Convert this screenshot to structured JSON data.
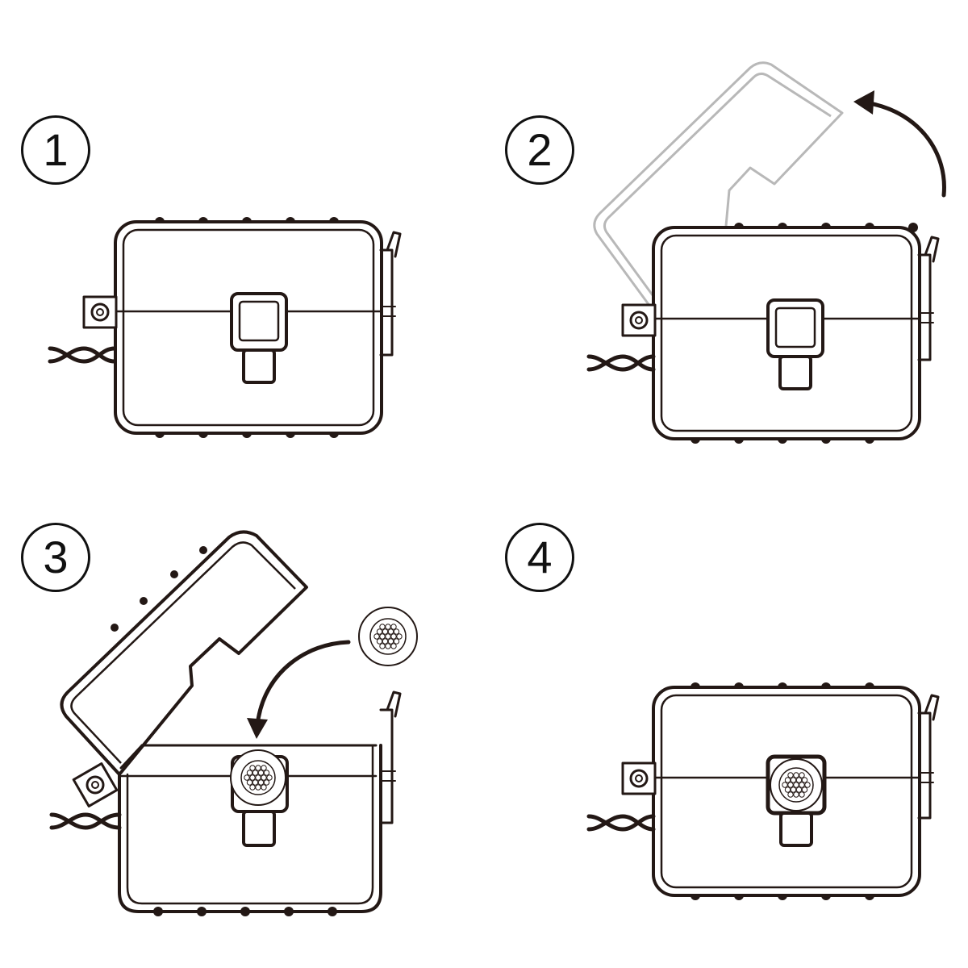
{
  "steps": [
    {
      "number": "1"
    },
    {
      "number": "2"
    },
    {
      "number": "3"
    },
    {
      "number": "4"
    }
  ],
  "colors": {
    "line": "#231815",
    "ghost_lid": "#b8b8b8",
    "background": "#ffffff"
  },
  "icons": {
    "case": "clip-case-icon",
    "filter_disc": "mesh-filter-disc-icon",
    "rotate_arrow": "curved-arrow-icon",
    "cable": "twisted-cable-icon"
  }
}
